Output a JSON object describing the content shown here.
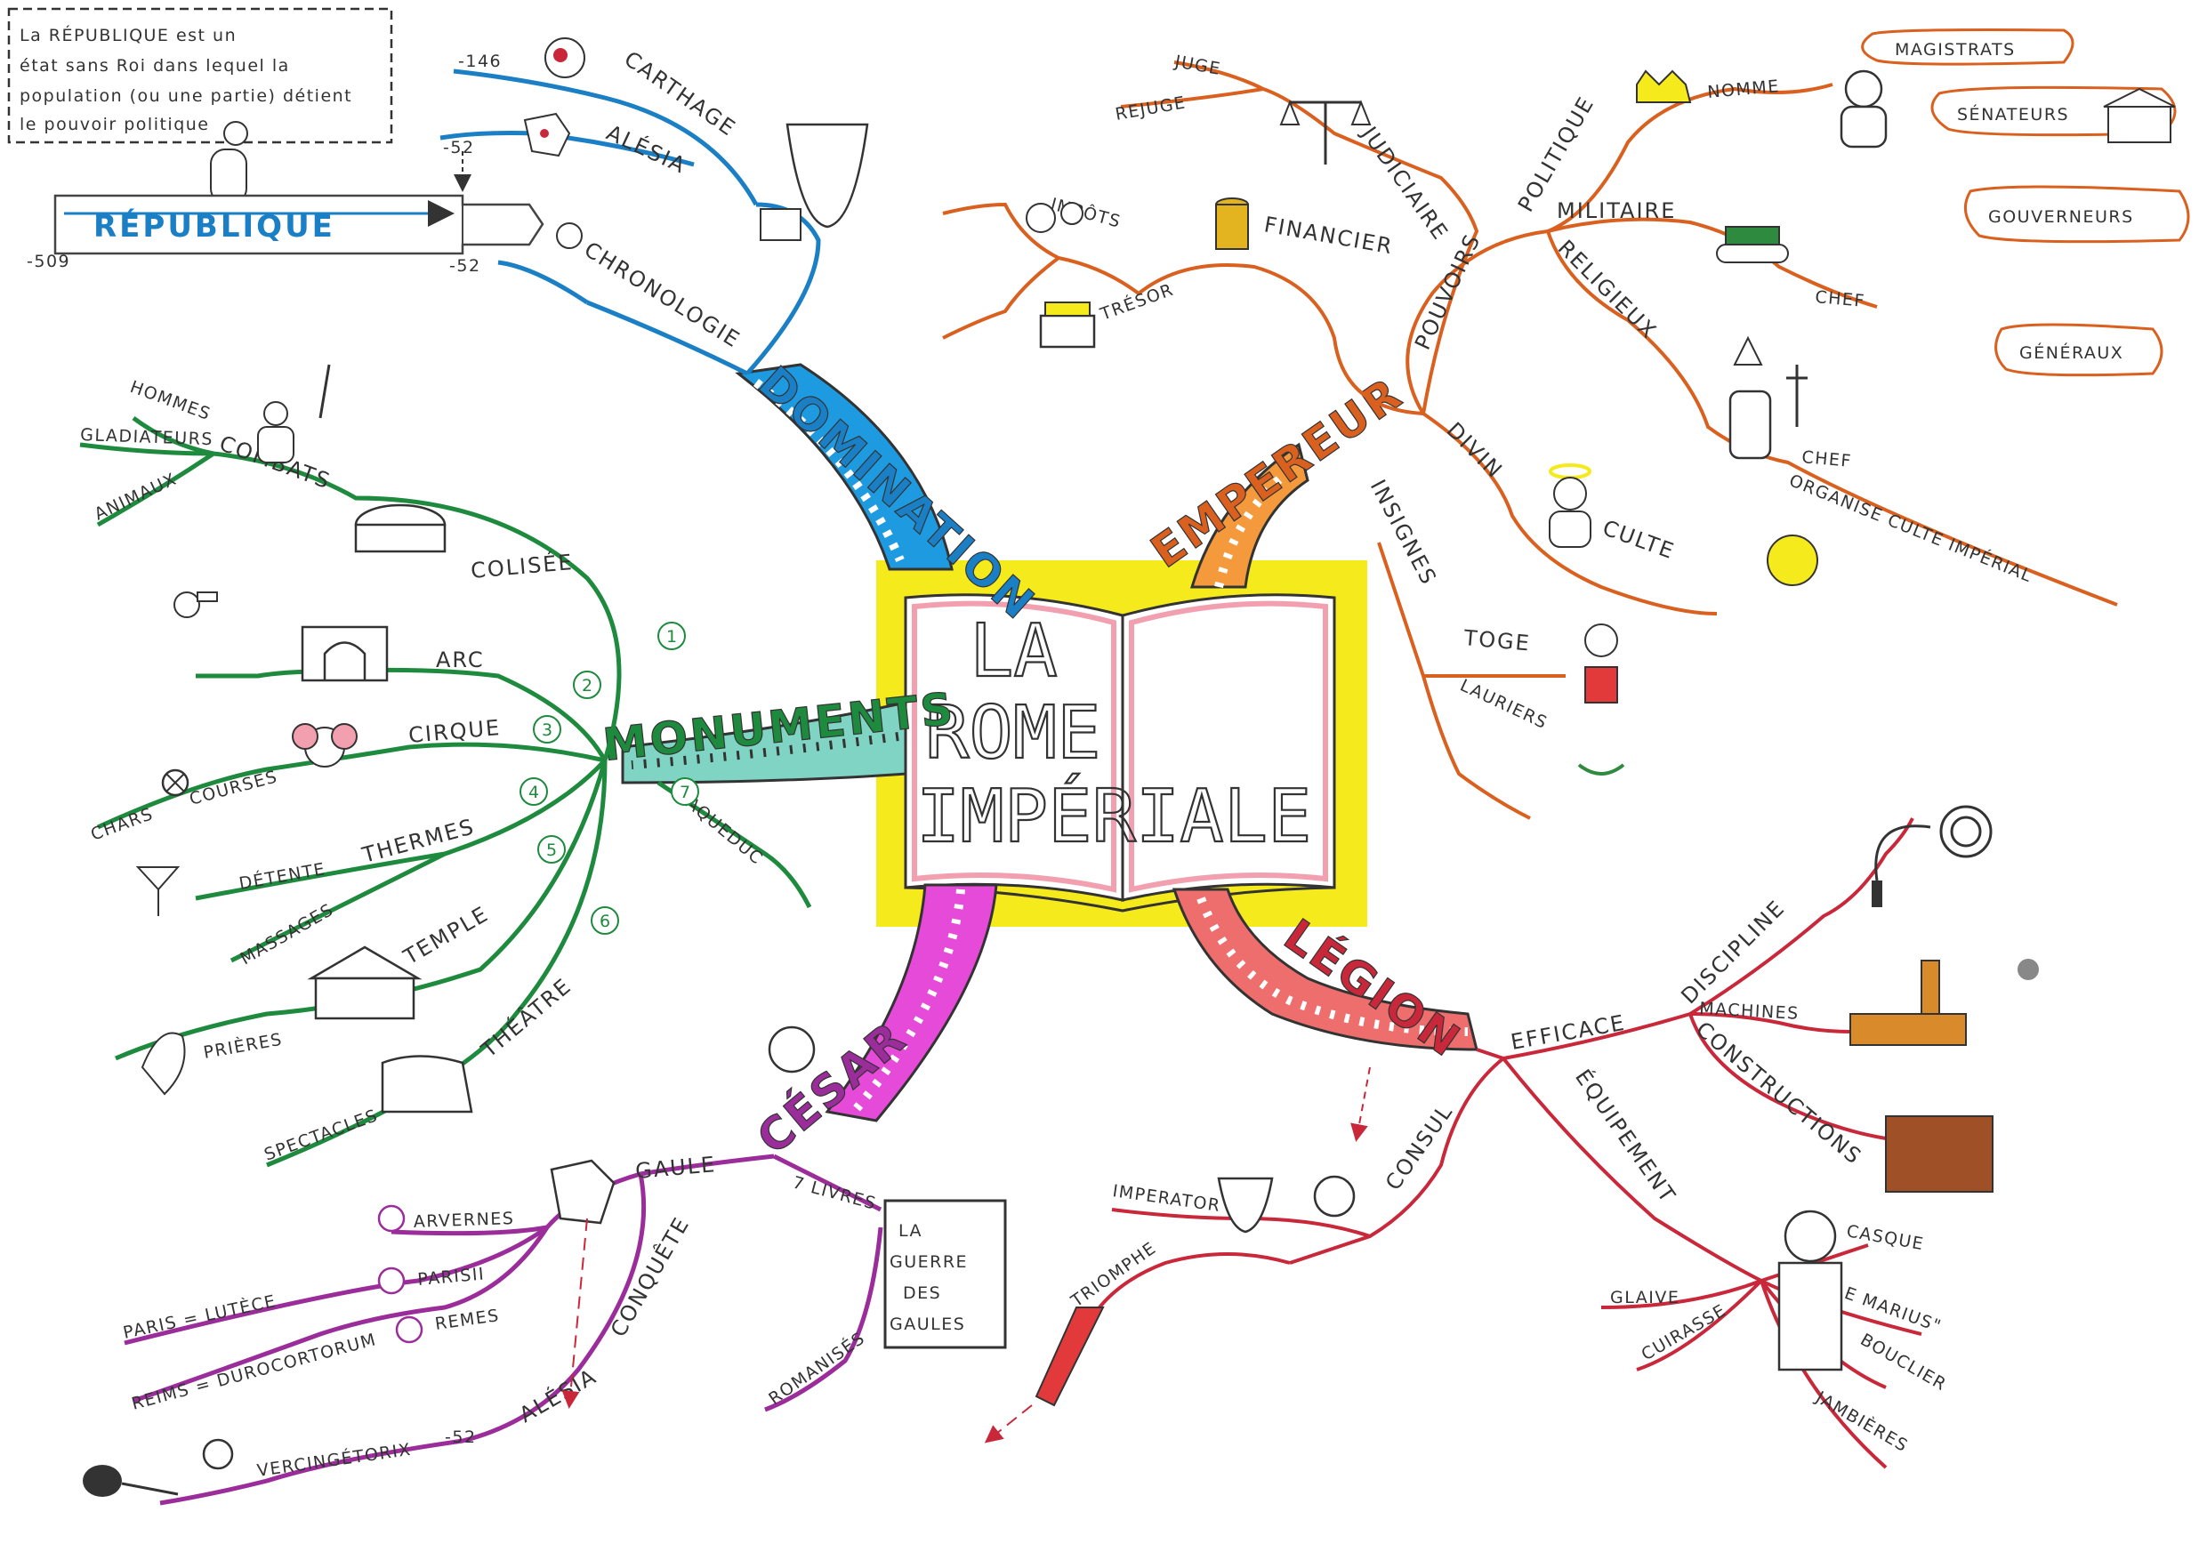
{
  "center": {
    "title_lines": [
      "LA",
      "ROME",
      "IMPÉRIALE"
    ]
  },
  "note": {
    "lines": [
      "La RÉPUBLIQUE est un",
      "état sans Roi dans lequel la",
      "population (ou une partie) détient",
      "le pouvoir politique"
    ]
  },
  "timeline": {
    "label": "RÉPUBLIQUE",
    "start": "-509",
    "end": "-52"
  },
  "branches": {
    "domination": {
      "label": "DOMINATION",
      "color": "#1a7fc4",
      "items": {
        "carthage": "CARTHAGE",
        "carthage_date": "-146",
        "alesia": "ALÉSIA",
        "alesia_date": "-52",
        "chronologie": "CHRONOLOGIE"
      }
    },
    "monuments": {
      "label": "MONUMENTS",
      "color": "#1e8a3e",
      "items": {
        "combats": "COMBATS",
        "hommes": "HOMMES",
        "gladiateurs": "GLADIATEURS",
        "animaux": "ANIMAUX",
        "colisee": "COLISÉE",
        "arc": "ARC",
        "cirque": "CIRQUE",
        "courses": "COURSES",
        "chars": "CHARS",
        "thermes": "THERMES",
        "detente": "DÉTENTE",
        "massages": "MASSAGES",
        "temple": "TEMPLE",
        "prieres": "PRIÈRES",
        "theatre": "THÉÂTRE",
        "spectacles": "SPECTACLES",
        "aqueduc": "AQUEDUC",
        "n1": "1",
        "n2": "2",
        "n3": "3",
        "n4": "4",
        "n5": "5",
        "n6": "6",
        "n7": "7"
      }
    },
    "cesar": {
      "label": "CÉSAR",
      "color": "#9b2d9b",
      "items": {
        "gaule": "GAULE",
        "arvernes": "ARVERNES",
        "parisii": "PARISII",
        "remes": "REMES",
        "paris": "PARIS = LUTÈCE",
        "reims": "REIMS = DUROCORTORUM",
        "conquete": "CONQUÊTE",
        "alesia": "ALÉSIA",
        "alesia_date": "-52",
        "vercingetorix": "VERCINGÉTORIX",
        "livres": "7 LIVRES",
        "romanises": "ROMANISÉS",
        "book_lines": [
          "LA",
          "GUERRE",
          "DES",
          "GAULES"
        ]
      }
    },
    "empereur": {
      "label": "EMPEREUR",
      "color": "#d9601e",
      "items": {
        "pouvoirs": "POUVOIRS",
        "judiciaire": "JUDICIAIRE",
        "juge": "JUGE",
        "rejuge": "REJUGE",
        "financier": "FINANCIER",
        "impots": "IMPÔTS",
        "tresor": "TRÉSOR",
        "politique": "POLITIQUE",
        "nomme": "NOMME",
        "magistrats": "MAGISTRATS",
        "senateurs": "SÉNATEURS",
        "gouverneurs": "GOUVERNEURS",
        "militaire": "MILITAIRE",
        "chef1": "CHEF",
        "generaux": "GÉNÉRAUX",
        "religieux": "RELIGIEUX",
        "chef2": "CHEF",
        "organise": "ORGANISE CULTE IMPÉRIAL",
        "divin": "DIVIN",
        "culte": "CULTE",
        "insignes": "INSIGNES",
        "toge": "TOGE",
        "lauriers": "LAURIERS"
      }
    },
    "legion": {
      "label": "LÉGION",
      "color": "#c8283a",
      "items": {
        "efficace": "EFFICACE",
        "discipline": "DISCIPLINE",
        "machines": "MACHINES",
        "constructions": "CONSTRUCTIONS",
        "equipement": "ÉQUIPEMENT",
        "casque": "CASQUE",
        "mule": "\"MULE MARIUS\"",
        "bouclier": "BOUCLIER",
        "jambieres": "JAMBIÈRES",
        "glaive": "GLAIVE",
        "cuirasse": "CUIRASSE",
        "consul": "CONSUL",
        "imperator": "IMPERATOR",
        "triomphe": "TRIOMPHE"
      }
    }
  }
}
